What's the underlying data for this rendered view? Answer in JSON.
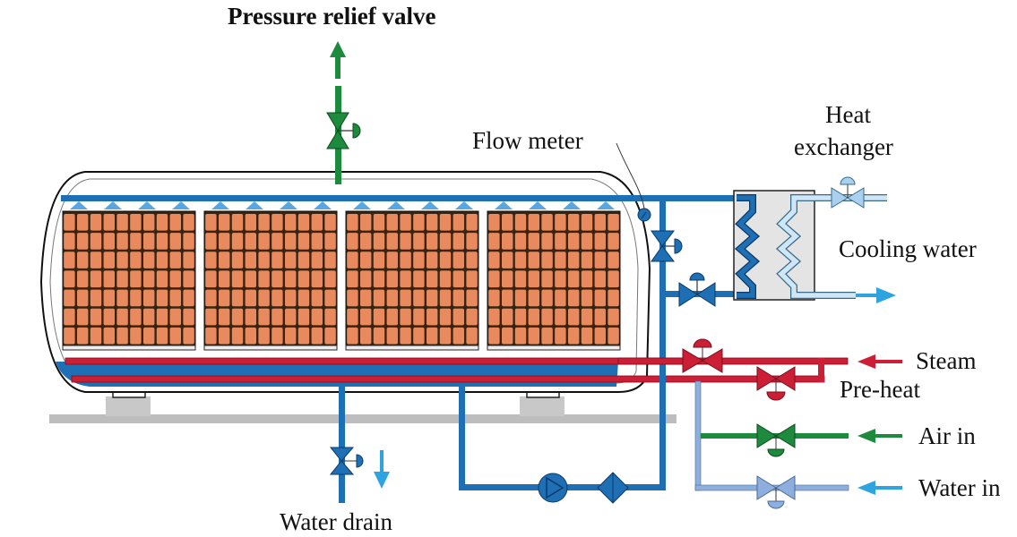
{
  "title": "Retort sterilizer process diagram",
  "labels": {
    "pressure_relief_valve": "Pressure relief valve",
    "flow_meter": "Flow meter",
    "heat": "Heat",
    "exchanger": "exchanger",
    "cooling_water": "Cooling water",
    "steam": "Steam",
    "pre_heat": "Pre-heat",
    "air_in": "Air in",
    "water_in": "Water in",
    "water_drain": "Water drain"
  },
  "pallets": {
    "count": 4,
    "columns": 10,
    "rows": 7
  },
  "colors": {
    "water": "#1f6fb5",
    "cooling": "#a9d0ee",
    "steam": "#cc1f36",
    "air": "#1e8a3e",
    "water_in": "#8eaedd",
    "can": "#e88a5e",
    "can_border": "#4a2a10",
    "ground": "#b9b9b9",
    "arrow_blue": "#2ea3e0"
  }
}
